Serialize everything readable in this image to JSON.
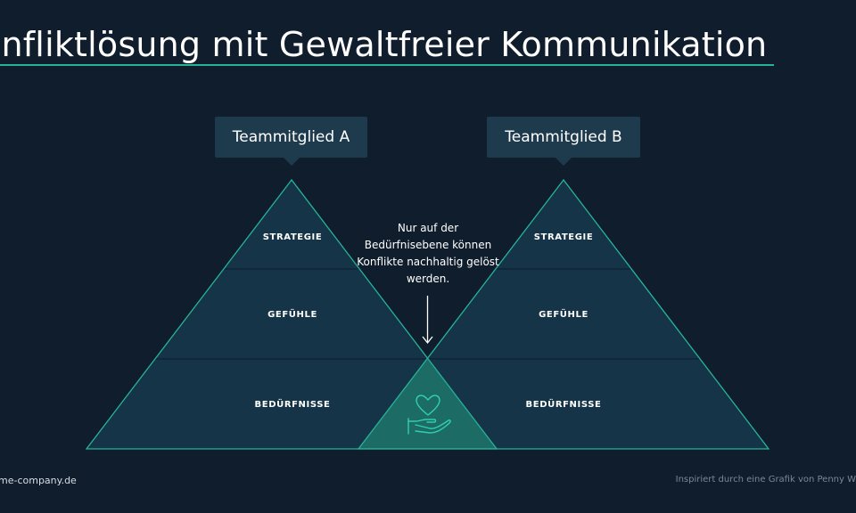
{
  "title": "onfliktlösung mit Gewaltfreier Kommunikation",
  "colors": {
    "background": "#0f1d2c",
    "accent": "#26b39a",
    "triangle_fill": "#163447",
    "overlap_fill": "#1c6b64"
  },
  "member_a": {
    "label": "Teammitglied A",
    "levels": [
      "STRATEGIE",
      "GEFÜHLE",
      "BEDÜRFNISSE"
    ]
  },
  "member_b": {
    "label": "Teammitglied B",
    "levels": [
      "STRATEGIE",
      "GEFÜHLE",
      "BEDÜRFNISSE"
    ]
  },
  "note": "Nur auf der Bedürfnisebene können Konflikte nachhaltig gelöst werden.",
  "overlap_icon": "heart-in-hand-icon",
  "footer": {
    "left": "me-company.de",
    "right": "Inspiriert durch eine Grafik von Penny W"
  }
}
